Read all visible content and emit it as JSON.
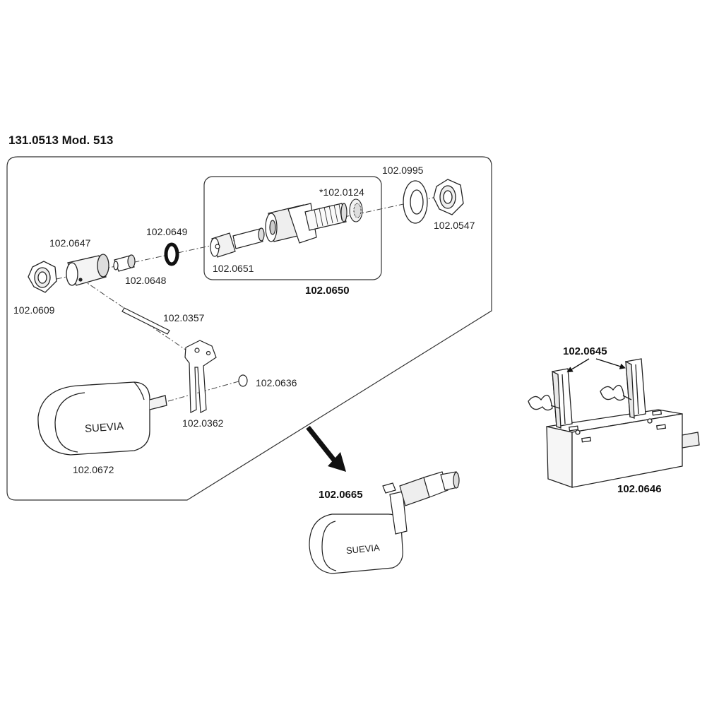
{
  "title": "131.0513 Mod. 513",
  "part_labels": {
    "p0995": "102.0995",
    "p0124": "*102.0124",
    "p0547": "102.0547",
    "p0649": "102.0649",
    "p0647": "102.0647",
    "p0651": "102.0651",
    "p0648": "102.0648",
    "p0650": "102.0650",
    "p0609": "102.0609",
    "p0357": "102.0357",
    "p0636": "102.0636",
    "p0362": "102.0362",
    "p0672": "102.0672",
    "p0665": "102.0665",
    "p0645": "102.0645",
    "p0646": "102.0646"
  },
  "brand_text": {
    "float_large": "SUEVIA",
    "float_small": "SUEVIA"
  }
}
